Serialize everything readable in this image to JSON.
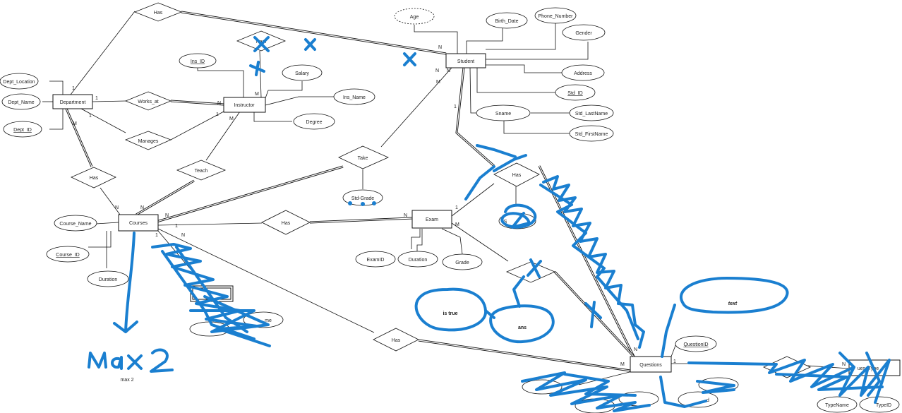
{
  "entities": {
    "department": "Department",
    "instructor": "Instructor",
    "student": "Student",
    "courses": "Courses",
    "exam": "Exam",
    "questions": "Questions"
  },
  "attributes": {
    "dept_location": "Dept_Location",
    "dept_name": "Dept_Name",
    "dept_id": "Dept_ID",
    "ins_id": "Ins_ID",
    "salary": "Salary",
    "ins_name": "Ins_Name",
    "degree": "Degree",
    "age": "Age",
    "birth_date": "Birth_Date",
    "phone_number": "Phone_Number",
    "gender": "Gender",
    "address": "Address",
    "std_id": "Std_ID",
    "sname": "Sname",
    "std_lastname": "Std_LastName",
    "std_firstname": "Std_FirstName",
    "std_grade": "Std-Grade",
    "course_name": "Course_Name",
    "course_id": "Course_ID",
    "course_duration": "Duration",
    "exam_id": "ExamID",
    "exam_duration": "Duration",
    "exam_grade": "Grade",
    "question_id": "QuestionID",
    "type_name": "TypeName",
    "type_id_partial": "TypeID",
    "ques_type_partial": "ues_Type",
    "partial_name": "me",
    "partial_d": "d",
    "partial_s": "S"
  },
  "relationships": {
    "has_top": "Has",
    "works_at": "Works_at",
    "manages": "Manages",
    "has_dept_courses": "Has",
    "teach": "Teach",
    "take": "Take",
    "has_courses_exam": "Has",
    "has_student_questions": "Has",
    "has_courses_questions": "Has",
    "partial_rel_label": "Nam"
  },
  "cardinalities": {
    "c1": "1",
    "c2": "1",
    "c3": "1",
    "c4": "M",
    "c5": "N",
    "c6": "1",
    "c7": "M",
    "c8": "M",
    "c9": "N",
    "c10": "N",
    "c11": "N",
    "c12": "M",
    "c13": "1",
    "c14": "N",
    "c15": "N",
    "c16": "N",
    "c17": "1",
    "c18": "1",
    "c19": "N",
    "c20": "1",
    "c21": "M",
    "c22": "N",
    "c23": "M",
    "c24": "1",
    "c25": "N",
    "c26": "N"
  },
  "annotations": {
    "max_note": "max 2",
    "text_bubble": "text",
    "is_true_bubble": "is true",
    "ans_bubble": "ans"
  },
  "colors": {
    "ink": "#1a7fd0",
    "line": "#111111",
    "background": "#ffffff"
  }
}
